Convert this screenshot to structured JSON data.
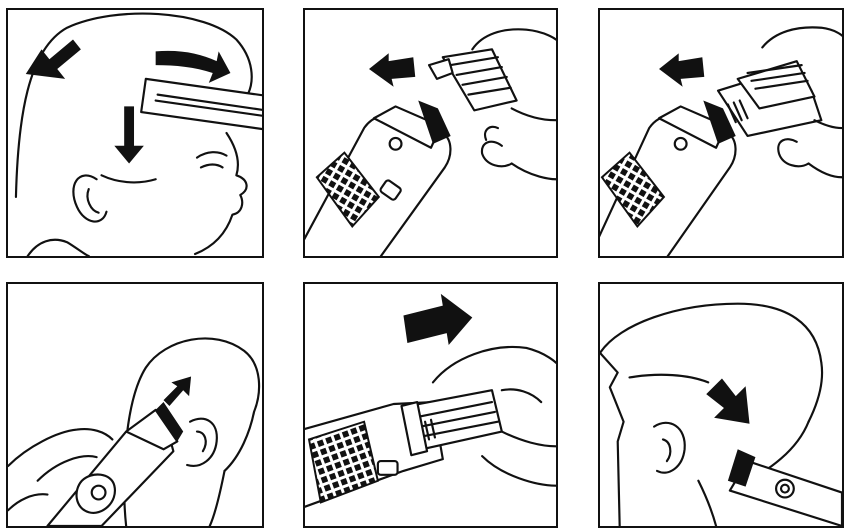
{
  "figure": {
    "panels": [
      {
        "id": "p1",
        "depicts": "head-with-comb-and-arrows"
      },
      {
        "id": "p2",
        "depicts": "clipper-attach-comb"
      },
      {
        "id": "p3",
        "depicts": "clipper-slide-comb"
      },
      {
        "id": "p4",
        "depicts": "trim-behind-ear"
      },
      {
        "id": "p5",
        "depicts": "clipper-with-comb-push"
      },
      {
        "id": "p6",
        "depicts": "trim-neckline"
      }
    ]
  },
  "colors": {
    "line": "#111111",
    "background": "#ffffff"
  },
  "icons": [
    "arrow-icon",
    "clipper-icon",
    "comb-attachment-icon",
    "hand-icon",
    "head-icon"
  ]
}
